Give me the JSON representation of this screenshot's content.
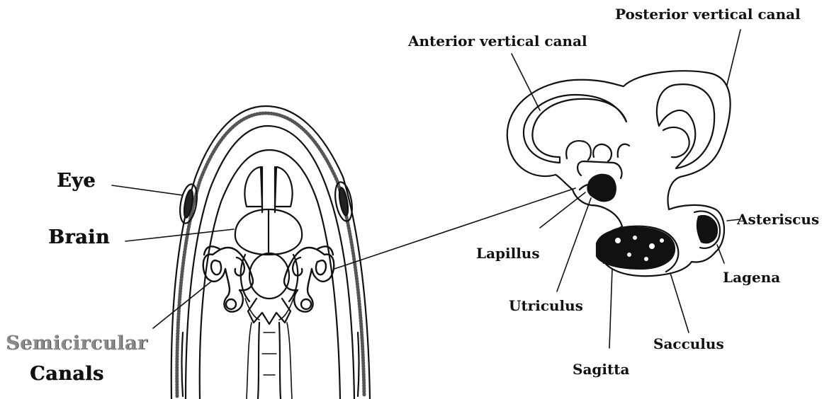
{
  "fish_head": {
    "labels": {
      "eye": "Eye",
      "brain": "Brain",
      "semicircular_1": "Semicircular",
      "semicircular_2": "Canals"
    }
  },
  "inner_ear": {
    "labels": {
      "posterior": "Posterior vertical canal",
      "anterior": "Anterior vertical canal",
      "asteriscus": "Asteriscus",
      "lapillus": "Lapillus",
      "lagena": "Lagena",
      "utriculus": "Utriculus",
      "sacculus": "Sacculus",
      "sagitta": "Sagitta"
    }
  },
  "colors": {
    "ink": "#111111",
    "gray_text": "#8a8a8a"
  }
}
